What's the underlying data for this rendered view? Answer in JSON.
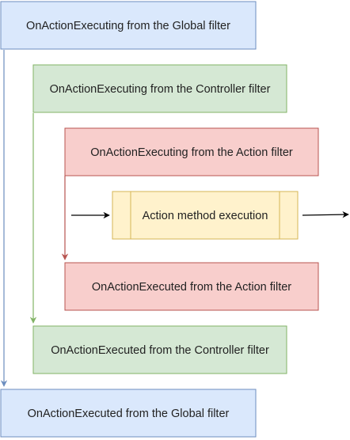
{
  "diagram": {
    "nodes": {
      "global_executing": {
        "label": "OnActionExecuting from the Global filter",
        "fill": "#dae8fc",
        "stroke": "#6c8ebf"
      },
      "controller_executing": {
        "label": "OnActionExecuting from the Controller filter",
        "fill": "#d5e8d4",
        "stroke": "#82b366"
      },
      "action_executing": {
        "label": "OnActionExecuting from the Action filter",
        "fill": "#f8cecc",
        "stroke": "#b85450"
      },
      "action_method": {
        "label": "Action method execution",
        "fill": "#fff2cc",
        "stroke": "#d6b656"
      },
      "action_executed": {
        "label": "OnActionExecuted from the Action filter",
        "fill": "#f8cecc",
        "stroke": "#b85450"
      },
      "controller_executed": {
        "label": "OnActionExecuted from the Controller filter",
        "fill": "#d5e8d4",
        "stroke": "#82b366"
      },
      "global_executed": {
        "label": "OnActionExecuted from the Global filter",
        "fill": "#dae8fc",
        "stroke": "#6c8ebf"
      }
    },
    "edges": {
      "global_color": "#6c8ebf",
      "controller_color": "#82b366",
      "action_color": "#b85450",
      "method_color": "#000000"
    }
  }
}
